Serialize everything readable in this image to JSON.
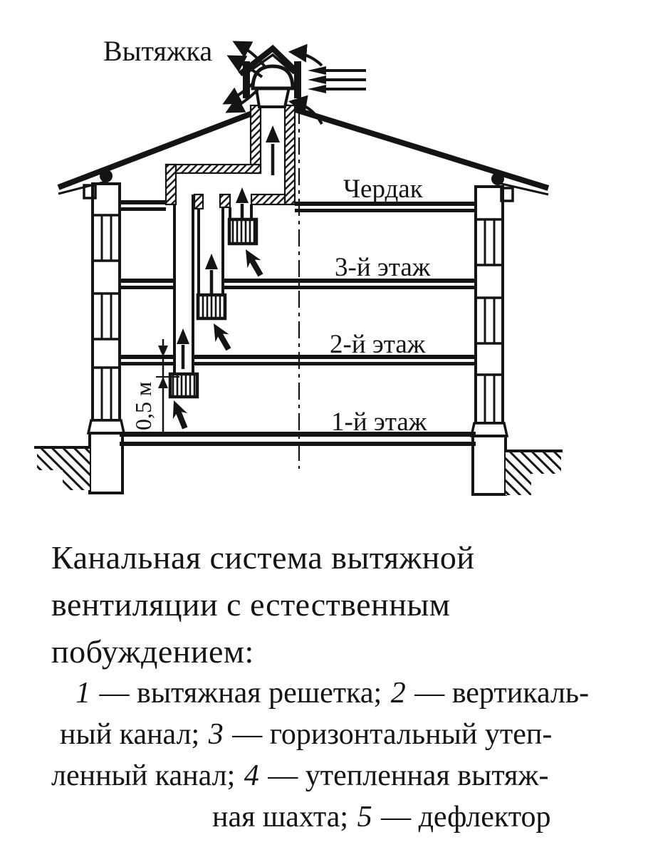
{
  "diagram": {
    "top_label": "Вытяжка",
    "floor_labels": [
      "Чердак",
      "3-й этаж",
      "2-й этаж",
      "1-й этаж"
    ],
    "dimension_label": "0,5 м",
    "ink_color": "#141414",
    "paper_color": "#ffffff"
  },
  "caption": {
    "title_lines": [
      "Канальная система вытяжной",
      "вентиляции с естественным",
      "побуждением:"
    ],
    "legend_lines": [
      {
        "parts": [
          {
            "t": "1",
            "i": true
          },
          {
            "t": " — вытяжная решетка; ",
            "i": false
          },
          {
            "t": "2",
            "i": true
          },
          {
            "t": " — вертикаль-",
            "i": false
          }
        ]
      },
      {
        "parts": [
          {
            "t": "ный канал; ",
            "i": false
          },
          {
            "t": "3",
            "i": true
          },
          {
            "t": " — горизонтальный утеп-",
            "i": false
          }
        ]
      },
      {
        "parts": [
          {
            "t": "ленный канал; ",
            "i": false
          },
          {
            "t": "4",
            "i": true
          },
          {
            "t": " — утепленная вытяж-",
            "i": false
          }
        ]
      },
      {
        "parts": [
          {
            "t": "ная шахта; ",
            "i": false
          },
          {
            "t": "5",
            "i": true
          },
          {
            "t": " — дефлектор",
            "i": false
          }
        ]
      }
    ]
  }
}
